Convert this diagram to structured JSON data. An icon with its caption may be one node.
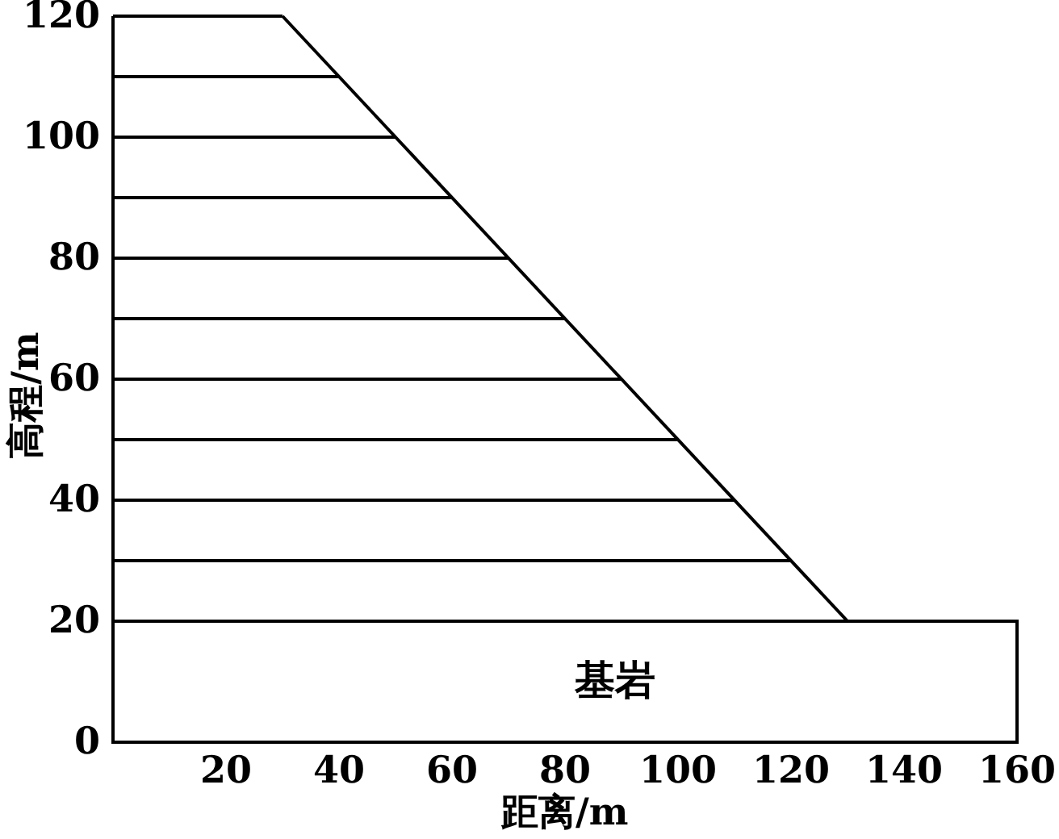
{
  "diagram": {
    "nodes": [
      {
        "text": [
          "基岩"
        ]
      }
    ],
    "edges": [],
    "labels": [
      "120",
      "100",
      "80",
      "60",
      "40",
      "20",
      "0",
      "20",
      "40",
      "60",
      "80",
      "100",
      "120",
      "140",
      "160",
      "高程/m",
      "距离/m"
    ]
  }
}
